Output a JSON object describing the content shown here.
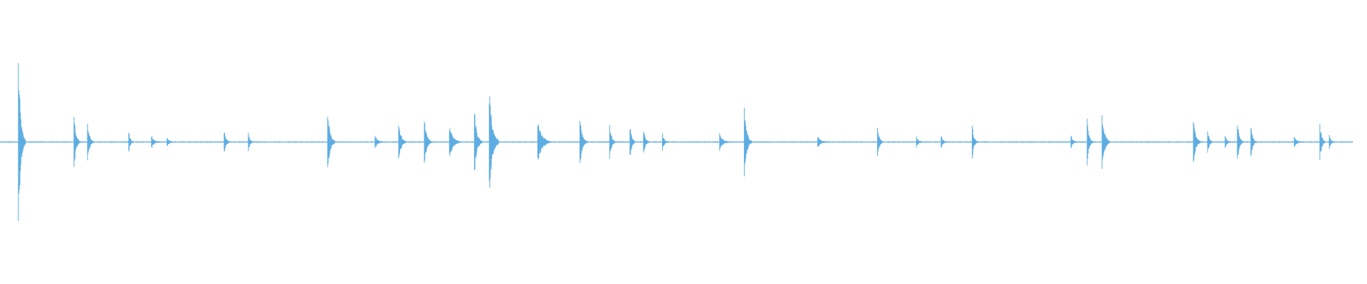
{
  "waveform": {
    "color": "#5dade2",
    "background": "#ffffff",
    "spikes": [
      {
        "t": 0.014,
        "amp": 0.62,
        "width": 0.0008,
        "decay": 0.0035
      },
      {
        "t": 0.055,
        "amp": 0.22,
        "width": 0.0006,
        "decay": 0.003
      },
      {
        "t": 0.065,
        "amp": 0.14,
        "width": 0.0006,
        "decay": 0.0035
      },
      {
        "t": 0.0955,
        "amp": 0.08,
        "width": 0.0006,
        "decay": 0.0025
      },
      {
        "t": 0.113,
        "amp": 0.05,
        "width": 0.002,
        "decay": 0.004
      },
      {
        "t": 0.124,
        "amp": 0.04,
        "width": 0.001,
        "decay": 0.003
      },
      {
        "t": 0.166,
        "amp": 0.1,
        "width": 0.0006,
        "decay": 0.003
      },
      {
        "t": 0.184,
        "amp": 0.07,
        "width": 0.0008,
        "decay": 0.0025
      },
      {
        "t": 0.2425,
        "amp": 0.22,
        "width": 0.0006,
        "decay": 0.004
      },
      {
        "t": 0.278,
        "amp": 0.05,
        "width": 0.0015,
        "decay": 0.004
      },
      {
        "t": 0.295,
        "amp": 0.15,
        "width": 0.0006,
        "decay": 0.004
      },
      {
        "t": 0.314,
        "amp": 0.16,
        "width": 0.0006,
        "decay": 0.004
      },
      {
        "t": 0.333,
        "amp": 0.12,
        "width": 0.0015,
        "decay": 0.006
      },
      {
        "t": 0.351,
        "amp": 0.24,
        "width": 0.0006,
        "decay": 0.004
      },
      {
        "t": 0.362,
        "amp": 0.38,
        "width": 0.0006,
        "decay": 0.005
      },
      {
        "t": 0.398,
        "amp": 0.16,
        "width": 0.001,
        "decay": 0.007
      },
      {
        "t": 0.429,
        "amp": 0.18,
        "width": 0.0006,
        "decay": 0.004
      },
      {
        "t": 0.451,
        "amp": 0.14,
        "width": 0.0006,
        "decay": 0.003
      },
      {
        "t": 0.466,
        "amp": 0.12,
        "width": 0.0006,
        "decay": 0.003
      },
      {
        "t": 0.476,
        "amp": 0.1,
        "width": 0.0006,
        "decay": 0.003
      },
      {
        "t": 0.49,
        "amp": 0.06,
        "width": 0.0006,
        "decay": 0.003
      },
      {
        "t": 0.533,
        "amp": 0.06,
        "width": 0.002,
        "decay": 0.005
      },
      {
        "t": 0.5505,
        "amp": 0.24,
        "width": 0.0006,
        "decay": 0.004
      },
      {
        "t": 0.606,
        "amp": 0.04,
        "width": 0.003,
        "decay": 0.005
      },
      {
        "t": 0.649,
        "amp": 0.12,
        "width": 0.0006,
        "decay": 0.003
      },
      {
        "t": 0.678,
        "amp": 0.04,
        "width": 0.001,
        "decay": 0.003
      },
      {
        "t": 0.696,
        "amp": 0.06,
        "width": 0.0006,
        "decay": 0.003
      },
      {
        "t": 0.719,
        "amp": 0.12,
        "width": 0.0006,
        "decay": 0.003
      },
      {
        "t": 0.792,
        "amp": 0.05,
        "width": 0.0006,
        "decay": 0.003
      },
      {
        "t": 0.804,
        "amp": 0.16,
        "width": 0.0006,
        "decay": 0.003
      },
      {
        "t": 0.815,
        "amp": 0.24,
        "width": 0.0006,
        "decay": 0.004
      },
      {
        "t": 0.8825,
        "amp": 0.16,
        "width": 0.0006,
        "decay": 0.004
      },
      {
        "t": 0.893,
        "amp": 0.08,
        "width": 0.0006,
        "decay": 0.003
      },
      {
        "t": 0.906,
        "amp": 0.05,
        "width": 0.0006,
        "decay": 0.003
      },
      {
        "t": 0.915,
        "amp": 0.16,
        "width": 0.0006,
        "decay": 0.003
      },
      {
        "t": 0.925,
        "amp": 0.12,
        "width": 0.0006,
        "decay": 0.003
      },
      {
        "t": 0.958,
        "amp": 0.04,
        "width": 0.0025,
        "decay": 0.004
      },
      {
        "t": 0.976,
        "amp": 0.14,
        "width": 0.0006,
        "decay": 0.003
      },
      {
        "t": 0.983,
        "amp": 0.05,
        "width": 0.0006,
        "decay": 0.003
      }
    ]
  }
}
